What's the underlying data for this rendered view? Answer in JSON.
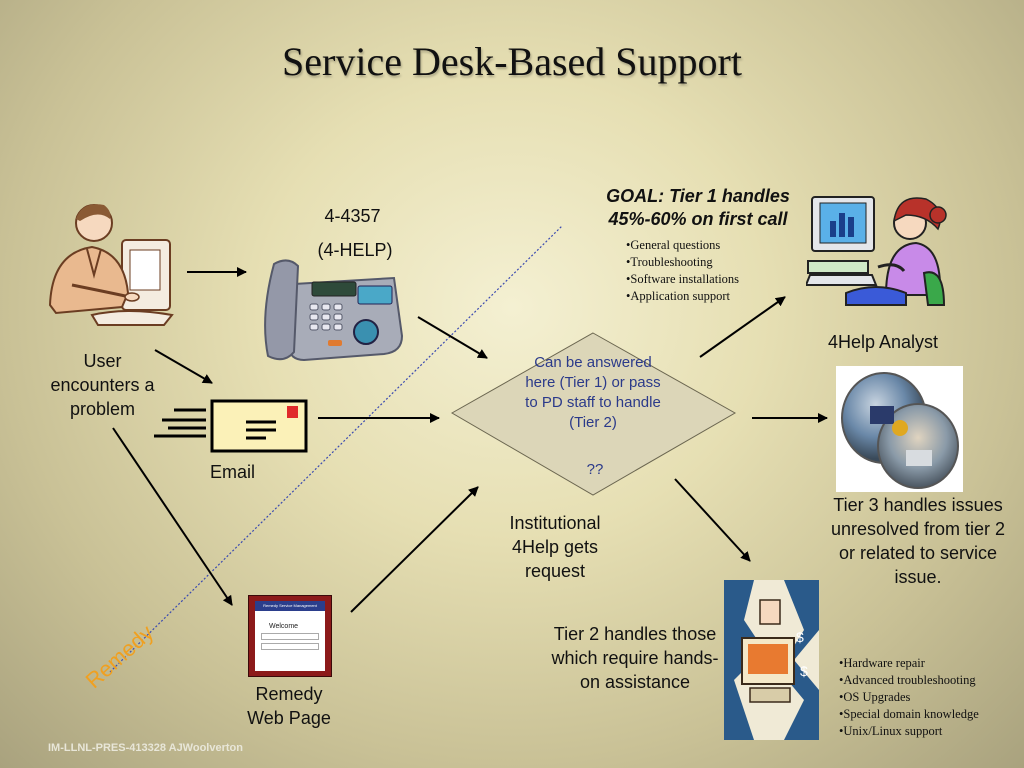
{
  "slide": {
    "title": "Service Desk-Based Support",
    "footer": "IM-LLNL-PRES-413328 AJWoolverton"
  },
  "user": {
    "label": "User encounters a problem"
  },
  "phone": {
    "number": "4-4357",
    "mnemonic": "(4-HELP)"
  },
  "email": {
    "label": "Email"
  },
  "remedy": {
    "diagonal_label": "Remedy",
    "label": "Remedy Web Page",
    "screen_header": "Remedy Service Management",
    "screen_welcome": "Welcome"
  },
  "decision": {
    "text": "Can be answered here (Tier 1) or pass to PD staff to handle (Tier 2)",
    "question": "??"
  },
  "institutional": {
    "label": "Institutional 4Help gets request"
  },
  "tier1": {
    "goal": "GOAL: Tier 1 handles 45%-60% on first call",
    "items": [
      "•General questions",
      "•Troubleshooting",
      "•Software installations",
      "•Application support"
    ],
    "analyst_label": "4Help Analyst"
  },
  "tier3": {
    "label": "Tier 3 handles issues unresolved from tier 2 or related to service issue."
  },
  "tier2": {
    "label": "Tier 2 handles those which require hands-on assistance",
    "items": [
      "•Hardware repair",
      "•Advanced troubleshooting",
      "•OS Upgrades",
      "•Special domain knowledge",
      "•Unix/Linux support"
    ]
  },
  "colors": {
    "diamond_fill": "#dcd6b8",
    "diamond_text": "#2b3a8a",
    "remedy_label": "#f0a020",
    "dotted_line": "#3a4ab0"
  }
}
